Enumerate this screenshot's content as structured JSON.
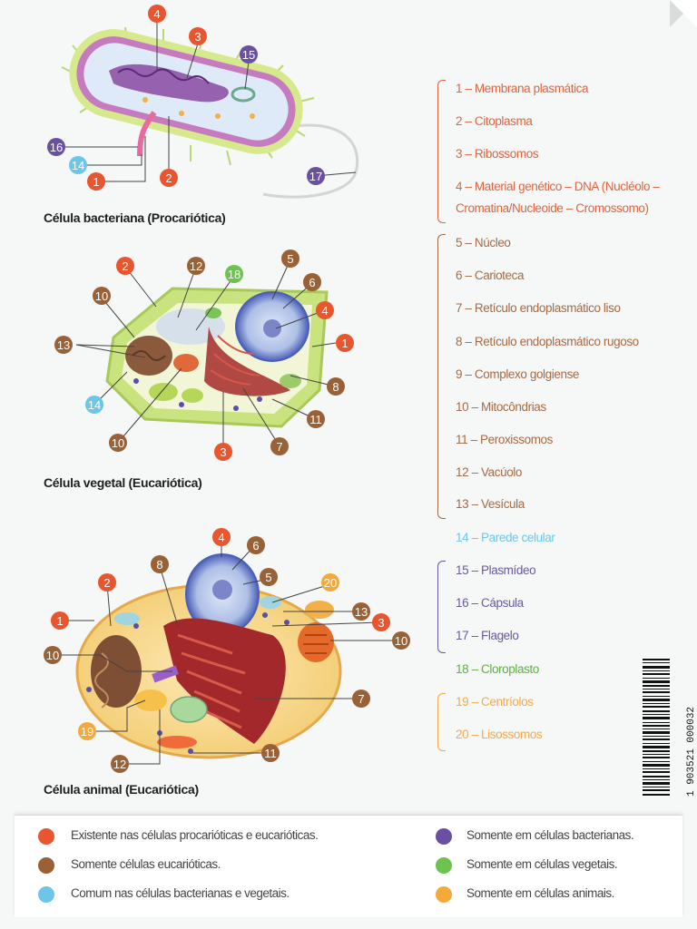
{
  "titles": {
    "bacterial": "Célula bacteriana (Procariótica)",
    "plant": "Célula vegetal (Eucariótica)",
    "animal": "Célula animal (Eucariótica)"
  },
  "legend": [
    {
      "text": "1 – Membrana plasmática",
      "color": "#e0643d"
    },
    {
      "text": "2 – Citoplasma",
      "color": "#e0643d"
    },
    {
      "text": "3 – Ribossomos",
      "color": "#e0643d"
    },
    {
      "text": "4 – Material genético – DNA (Nucléolo –",
      "color": "#e0643d"
    },
    {
      "text": "Cromatina/Nucleoide – Cromossomo)",
      "color": "#e0643d"
    },
    {
      "text": "5 – Núcleo",
      "color": "#a46b45"
    },
    {
      "text": "6 – Carioteca",
      "color": "#a46b45"
    },
    {
      "text": "7 – Retículo endoplasmático liso",
      "color": "#a46b45"
    },
    {
      "text": "8 – Retículo endoplasmático rugoso",
      "color": "#a46b45"
    },
    {
      "text": "9 – Complexo golgiense",
      "color": "#a46b45"
    },
    {
      "text": "10 – Mitocôndrias",
      "color": "#a46b45"
    },
    {
      "text": "11 – Peroxissomos",
      "color": "#a46b45"
    },
    {
      "text": "12 – Vacúolo",
      "color": "#a46b45"
    },
    {
      "text": "13 – Vesícula",
      "color": "#a46b45"
    },
    {
      "text": "14 – Parede celular",
      "color": "#6cc6ea"
    },
    {
      "text": "15 – Plasmídeo",
      "color": "#6b5a9e"
    },
    {
      "text": "16 – Cápsula",
      "color": "#6b5a9e"
    },
    {
      "text": "17 – Flagelo",
      "color": "#6b5a9e"
    },
    {
      "text": "18 – Cloroplasto",
      "color": "#5db244"
    },
    {
      "text": "19 – Centríolos",
      "color": "#f5a94a"
    },
    {
      "text": "20 – Lisossomos",
      "color": "#f5a94a"
    }
  ],
  "key": [
    {
      "text": "Existente nas células procarióticas e eucarióticas.",
      "color": "#e8552f"
    },
    {
      "text": "Somente células eucarióticas.",
      "color": "#9a6136"
    },
    {
      "text": "Comum nas células bacterianas e vegetais.",
      "color": "#6cc6ea"
    },
    {
      "text": "Somente em células bacterianas.",
      "color": "#6b4fa3"
    },
    {
      "text": "Somente em células vegetais.",
      "color": "#6cc44e"
    },
    {
      "text": "Somente em células animais.",
      "color": "#f5a93a"
    }
  ],
  "barcode_number": "1 903521 000032"
}
